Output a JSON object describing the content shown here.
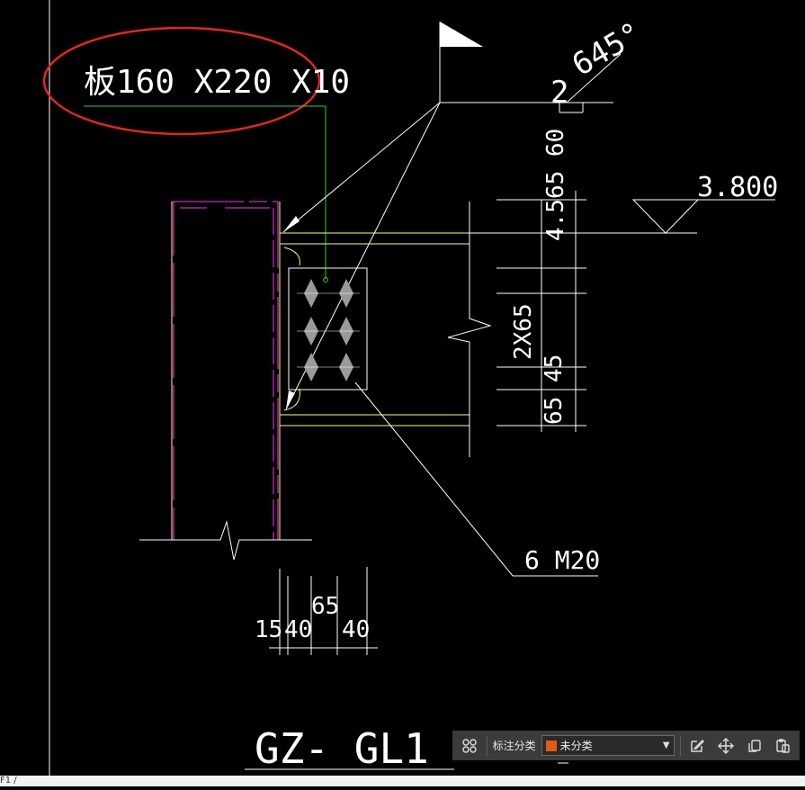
{
  "drawing": {
    "plate_label": "板160 X220 X10",
    "weld_angle": "645°",
    "weld_size": "2",
    "elevation": "3.800",
    "bolt_label": "6 M20",
    "dim_right_top": "4.565 60",
    "dim_right_mid": "2X65",
    "dim_right_bot": "65 45",
    "dim_bottom_15": "15",
    "dim_bottom_40a": "40",
    "dim_bottom_65": "65",
    "dim_bottom_40b": "40",
    "section_title": "GZ- GL1"
  },
  "toolbar": {
    "category_label": "标注分类",
    "category_value": "未分类",
    "category_color": "#e35a12"
  },
  "statusbar": {
    "left_text": "F1 /"
  },
  "colors": {
    "background": "#000000",
    "line_white": "#ffffff",
    "line_yellow": "#ffff66",
    "line_magenta": "#ff33ff",
    "line_green": "#33cc33",
    "highlight_red": "#e0271d"
  }
}
